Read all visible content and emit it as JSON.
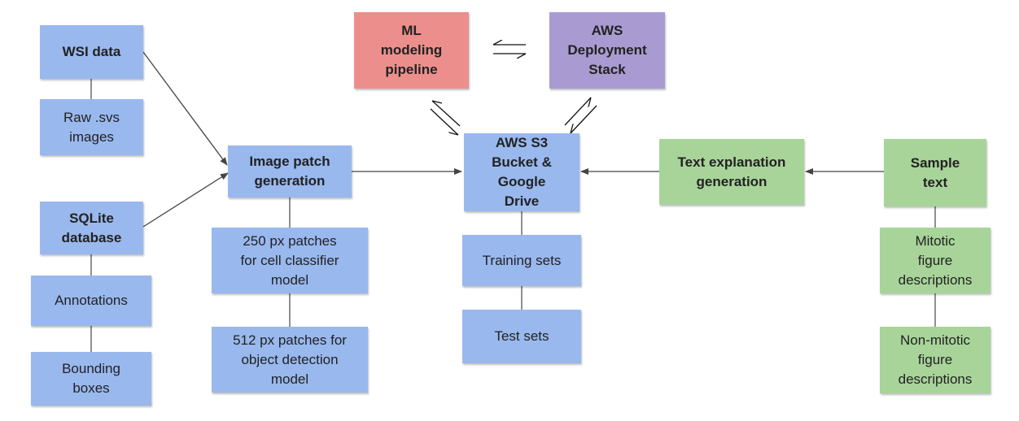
{
  "colors": {
    "blue": "#99b8ee",
    "green": "#a8d49a",
    "red": "#ec8f8c",
    "purple": "#a99bd1",
    "edge": "#444444",
    "connector": "#555555"
  },
  "nodes": {
    "wsi_data": "WSI data",
    "raw_svs": "Raw .svs\nimages",
    "sqlite_db": "SQLite\ndatabase",
    "annotations": "Annotations",
    "bounding_boxes": "Bounding\nboxes",
    "image_patch_gen": "Image patch\ngeneration",
    "patches_250": "250 px patches\nfor cell classifier\nmodel",
    "patches_512": "512 px patches for\nobject detection\nmodel",
    "ml_pipeline": "ML\nmodeling\npipeline",
    "aws_deploy": "AWS\nDeployment\nStack",
    "s3_drive": "AWS S3\nBucket &\nGoogle\nDrive",
    "training_sets": "Training sets",
    "test_sets": "Test sets",
    "text_expl_gen": "Text explanation\ngeneration",
    "sample_text": "Sample\ntext",
    "mitotic_desc": "Mitotic\nfigure\ndescriptions",
    "non_mitotic_desc": "Non-mitotic\nfigure\ndescriptions"
  }
}
